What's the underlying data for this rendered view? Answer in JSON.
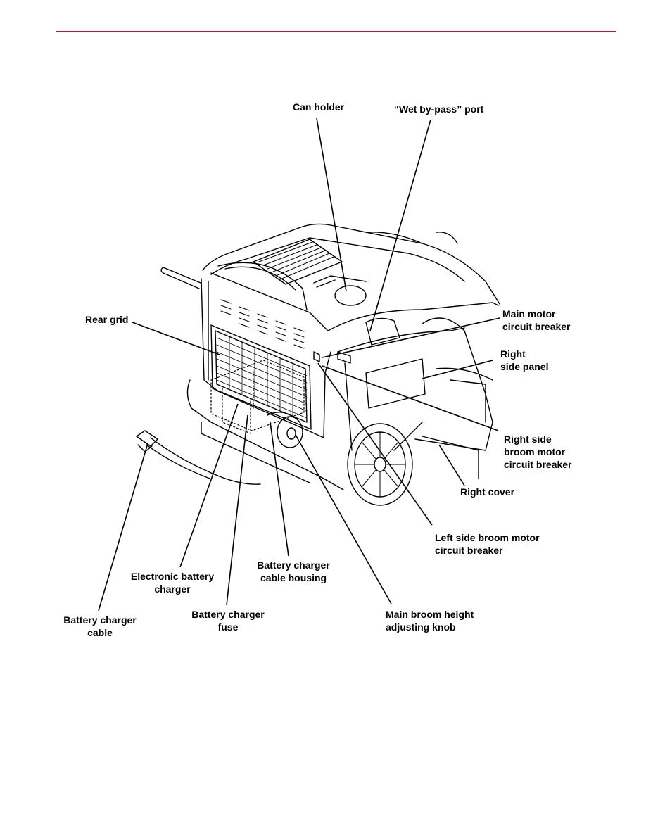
{
  "header": {
    "rule_color": "#a3184f"
  },
  "labels": {
    "can_holder": "Can holder",
    "wet_bypass_port": "“Wet by-pass” port",
    "main_motor_cb": "Main motor\ncircuit breaker",
    "right_side_panel": "Right\nside panel",
    "rear_grid": "Rear grid",
    "right_side_broom_cb": "Right side\nbroom motor\ncircuit breaker",
    "right_cover": "Right cover",
    "left_side_broom_cb": "Left side broom motor\ncircuit breaker",
    "charger_cable_housing": "Battery charger\ncable housing",
    "electronic_charger": "Electronic battery\ncharger",
    "charger_fuse": "Battery charger\nfuse",
    "main_broom_knob": "Main broom height\nadjusting knob",
    "charger_cable": "Battery charger\ncable"
  }
}
